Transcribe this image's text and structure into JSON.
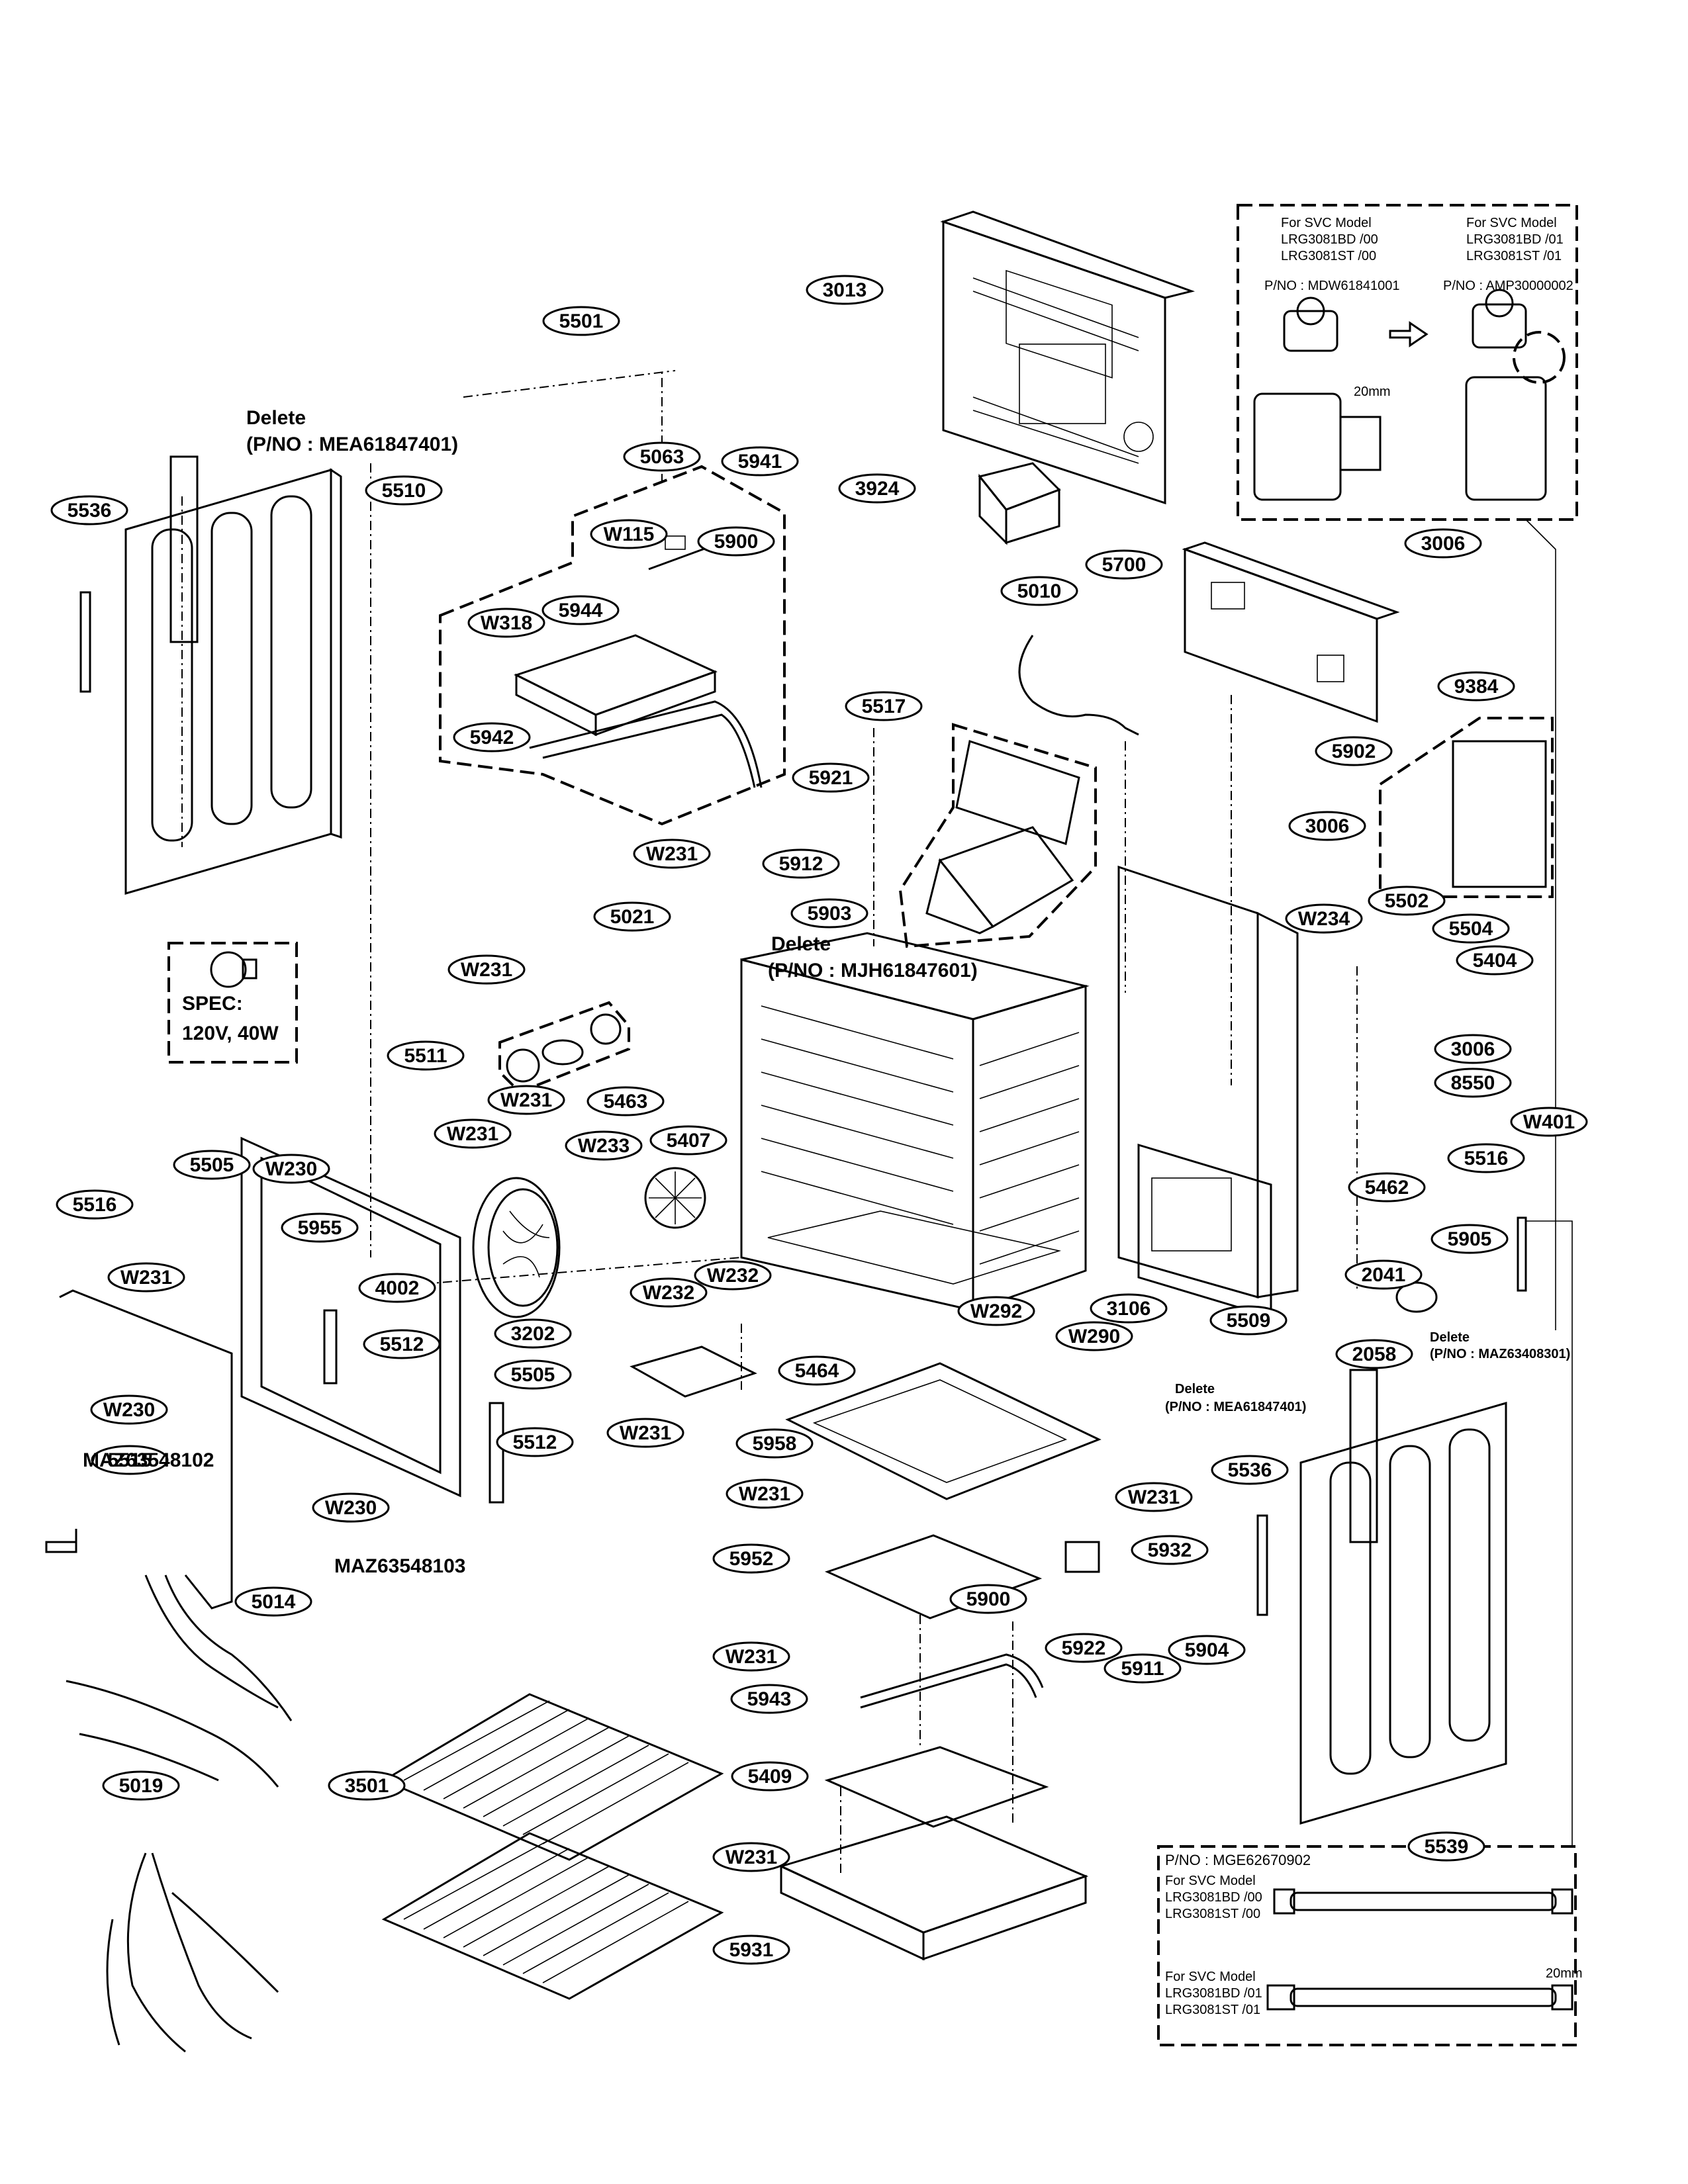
{
  "callouts": [
    "5501",
    "5063",
    "5941",
    "5536",
    "5510",
    "W115",
    "5900",
    "W318",
    "5944",
    "5942",
    "3013",
    "3924",
    "5700",
    "3006",
    "5010",
    "9384",
    "5517",
    "5902",
    "5921",
    "5912",
    "W231",
    "3006",
    "5021",
    "5903",
    "W234",
    "5502",
    "5504",
    "5404",
    "W231",
    "5511",
    "W231",
    "5463",
    "3006",
    "8550",
    "5505",
    "W230",
    "W231",
    "W233",
    "5407",
    "W401",
    "5516",
    "5955",
    "5462",
    "5516",
    "4002",
    "W232",
    "W232",
    "5905",
    "2041",
    "W231",
    "5512",
    "3202",
    "3106",
    "W292",
    "5509",
    "W290",
    "W230",
    "5505",
    "5464",
    "2058",
    "5515",
    "5512",
    "W231",
    "5958",
    "5536",
    "W230",
    "W231",
    "W231",
    "5952",
    "5932",
    "5014",
    "5900",
    "5922",
    "5904",
    "W231",
    "5911",
    "5943",
    "5019",
    "3501",
    "5409",
    "W231",
    "5539",
    "5931"
  ],
  "notes": {
    "delete_left": "Delete",
    "delete_left_pno": "(P/NO : MEA61847401)",
    "delete_mid": "Delete",
    "delete_mid_pno": "(P/NO : MJH61847601)",
    "spec_title": "SPEC:",
    "spec_value": "120V, 40W",
    "maz_1": "MAZ63548102",
    "maz_2": "MAZ63548103",
    "delete_right": "Delete",
    "delete_right_pno": "(P/NO : MEA61847401)",
    "delete_right2": "Delete",
    "delete_right2_pno": "(P/NO : MAZ63408301)"
  },
  "valve_box": {
    "left_title": "For SVC Model",
    "left_m1": "LRG3081BD /00",
    "left_m2": "LRG3081ST /00",
    "left_pno": "P/NO : MDW61841001",
    "right_title": "For SVC Model",
    "right_m1": "LRG3081BD /01",
    "right_m2": "LRG3081ST /01",
    "right_pno": "P/NO : AMP30000002",
    "dim": "20mm"
  },
  "hose_box": {
    "pno": "P/NO : MGE62670902",
    "a_title": "For SVC Model",
    "a_m1": "LRG3081BD /00",
    "a_m2": "LRG3081ST /00",
    "b_title": "For SVC Model",
    "b_m1": "LRG3081BD /01",
    "b_m2": "LRG3081ST /01",
    "dim": "20mm"
  }
}
